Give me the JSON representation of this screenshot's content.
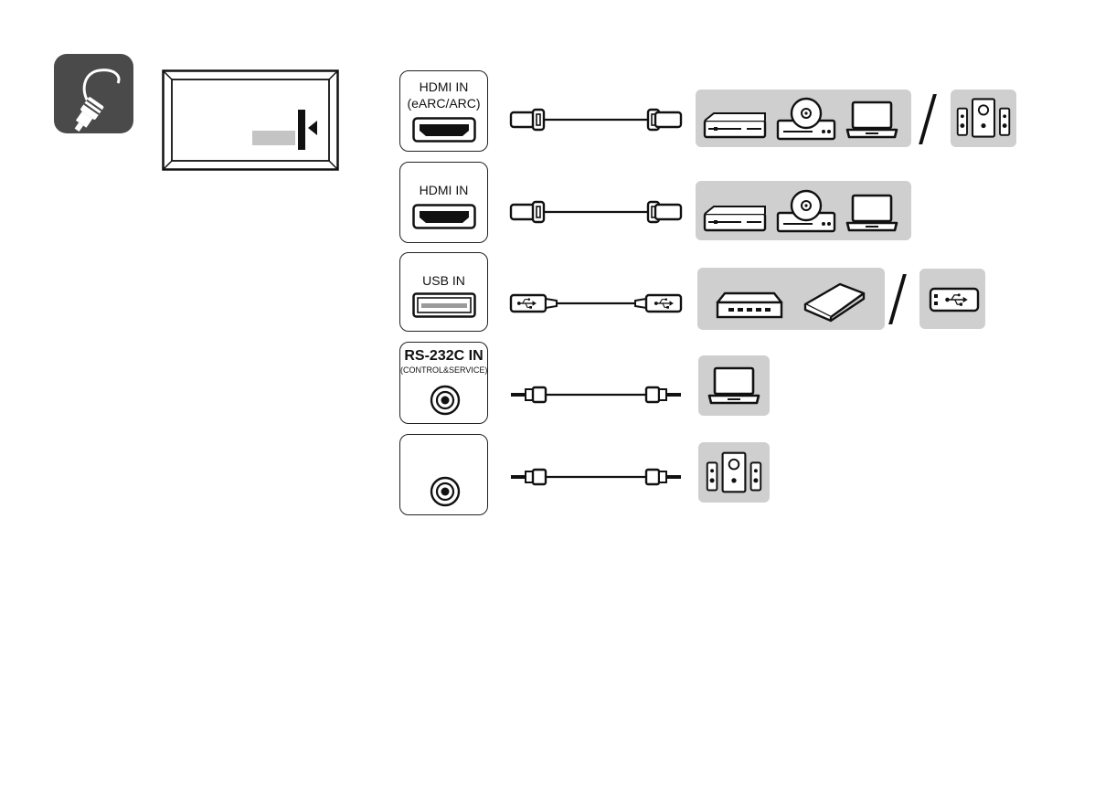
{
  "ports": [
    {
      "label": "HDMI IN",
      "sublabel": "(eARC/ARC)"
    },
    {
      "label": "HDMI IN",
      "sublabel": ""
    },
    {
      "label": "USB IN",
      "sublabel": ""
    },
    {
      "label": "RS-232C IN",
      "sublabel": "(CONTROL&SERVICE)"
    },
    {
      "label": "",
      "sublabel": ""
    }
  ],
  "colors": {
    "panel": "#cfcfcf",
    "icon_bg": "#4a4a4a",
    "ink": "#111111"
  },
  "icons": [
    "connection-cable-icon",
    "tv-rear-diagram",
    "hdmi-cable-icon",
    "usb-cable-icon",
    "audio-jack-cable-icon",
    "dvd-player-icon",
    "disc-player-icon",
    "laptop-icon",
    "speaker-system-icon",
    "network-hub-icon",
    "external-hdd-icon",
    "usb-flash-drive-icon"
  ]
}
